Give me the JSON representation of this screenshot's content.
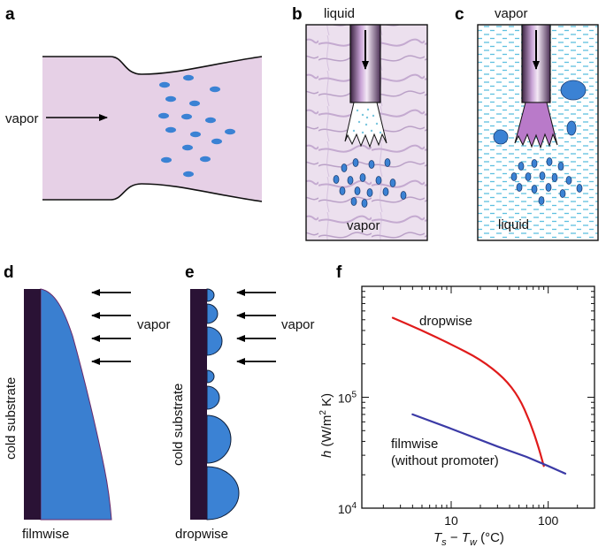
{
  "panels": {
    "a": {
      "label": "a",
      "text": "vapor"
    },
    "b": {
      "label": "b",
      "top_text": "liquid",
      "bottom_text": "vapor"
    },
    "c": {
      "label": "c",
      "top_text": "vapor",
      "bottom_text": "liquid"
    },
    "d": {
      "label": "d",
      "substrate_text": "cold substrate",
      "side_text": "vapor",
      "bottom_text": "filmwise"
    },
    "e": {
      "label": "e",
      "substrate_text": "cold substrate",
      "side_text": "vapor",
      "bottom_text": "dropwise"
    },
    "f": {
      "label": "f"
    }
  },
  "colors": {
    "nozzle_fill": "#d4a8e6",
    "liquid_blue": "#3a7fd0",
    "drop_blue": "#3b82d4",
    "substrate": "#2a1235",
    "duct_fill": "#e6d0e6",
    "mist": "#a6d8ec",
    "dropwise_line": "#e01b1b",
    "filmwise_line": "#3b3aa6"
  },
  "chart_data": {
    "type": "line",
    "xlabel": "T_s − T_w (°C)",
    "xlabel_parts": {
      "T": "T",
      "s": "s",
      "minus": " − ",
      "w": "w",
      "unit": " (°C)"
    },
    "ylabel": "h (W/m² K)",
    "ylabel_parts": {
      "h": "h",
      "unit_open": " (W/m",
      "sup": "2",
      "unit_close": " K)"
    },
    "x_scale": "log",
    "y_scale": "log",
    "xlim": [
      1.2,
      300
    ],
    "ylim": [
      10000,
      1000000
    ],
    "x_ticks": [
      10,
      100
    ],
    "x_tick_labels": [
      "10",
      "100"
    ],
    "y_ticks": [
      10000,
      100000
    ],
    "y_tick_labels": [
      {
        "base": "10",
        "exp": "4"
      },
      {
        "base": "10",
        "exp": "5"
      }
    ],
    "grid": false,
    "series": [
      {
        "name": "dropwise",
        "color": "#e01b1b",
        "x": [
          2.5,
          5,
          10,
          20,
          35,
          50,
          65,
          80,
          90
        ],
        "y": [
          520000,
          400000,
          300000,
          220000,
          150000,
          100000,
          60000,
          35000,
          24000
        ]
      },
      {
        "name": "filmwise (without promoter)",
        "color": "#3b3aa6",
        "x": [
          4,
          10,
          30,
          60,
          100,
          150
        ],
        "y": [
          70000,
          52000,
          36000,
          29000,
          24000,
          20500
        ]
      }
    ],
    "annotations": [
      "dropwise",
      "filmwise",
      "(without promoter)"
    ]
  }
}
